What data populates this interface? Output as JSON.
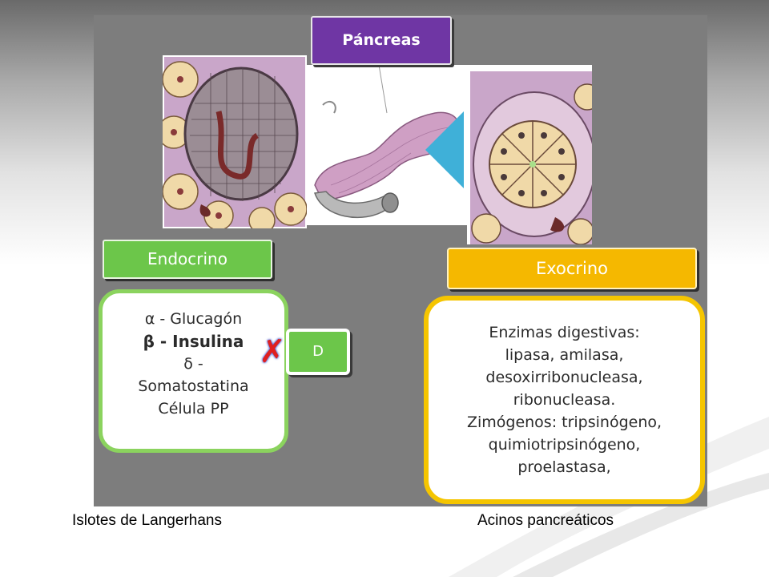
{
  "diagram": {
    "title": "Páncreas",
    "endocrine": {
      "label": "Endocrino",
      "lines": [
        "α - Glucagón",
        "β - Insulina",
        "δ -",
        "Somatostatina",
        "Célula PP"
      ],
      "d_tab": "D",
      "cross_mark": "✗"
    },
    "exocrine": {
      "label": "Exocrino",
      "lines": [
        "Enzimas digestivas:",
        "lipasa, amilasa,",
        "desoxirribonucleasa,",
        "ribonucleasa.",
        "Zimógenos: tripsinógeno,",
        "quimiotripsinógeno,",
        "proelastasa,"
      ]
    },
    "colors": {
      "title_tab": "#6f36a4",
      "endocrine": "#6cc64a",
      "exocrine": "#f5b800",
      "panel": "#7d7d7d",
      "arrow": "#3fb0d8"
    },
    "illustrations": [
      "pancreatic-islet-illustration",
      "pancreas-organ-illustration",
      "pancreatic-acinus-illustration"
    ]
  },
  "captions": {
    "left": "Islotes de Langerhans",
    "right": "Acinos pancreáticos"
  }
}
